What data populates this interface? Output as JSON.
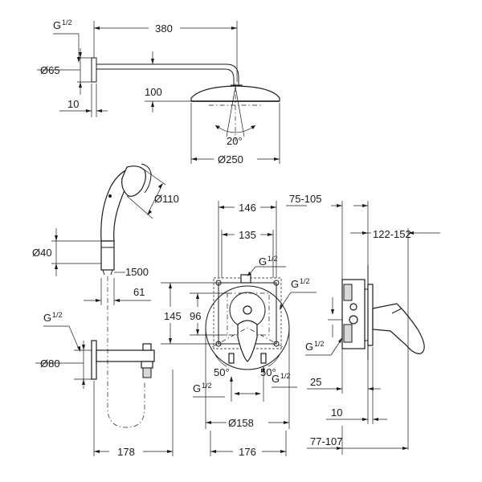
{
  "colors": {
    "ink": "#1a1a1a",
    "background": "#ffffff"
  },
  "head_shower": {
    "thread": "G",
    "thread_sup": "1/2",
    "length": "380",
    "flange_diameter": "Ø65",
    "wall_distance": "10",
    "drop": "100",
    "swivel_angle": "20°",
    "head_diameter": "Ø250"
  },
  "hand_shower": {
    "head_diameter": "Ø110",
    "holder_diameter": "Ø40",
    "hose_length": "1500",
    "holder_offset": "61"
  },
  "spout": {
    "thread": "G",
    "thread_sup": "1/2",
    "flange_diameter": "Ø80",
    "projection": "178"
  },
  "front_view": {
    "box_width": "146",
    "inner_width": "135",
    "top_outlet": "G",
    "top_outlet_sup": "1/2",
    "side_outlet": "G",
    "side_outlet_sup": "1/2",
    "box_height": "145",
    "inner_height": "96",
    "angle_left": "50°",
    "angle_right": "50°",
    "outlet_left": "G",
    "outlet_left_sup": "1/2",
    "outlet_right": "G",
    "outlet_right_sup": "1/2",
    "rosette_diameter": "Ø158",
    "total_width": "176"
  },
  "side_view": {
    "depth_range": "75-105",
    "handle_range": "122-152",
    "inlet": "G",
    "inlet_sup": "1/2",
    "wall_depth": "25",
    "plaster": "10",
    "bottom_range": "77-107"
  }
}
